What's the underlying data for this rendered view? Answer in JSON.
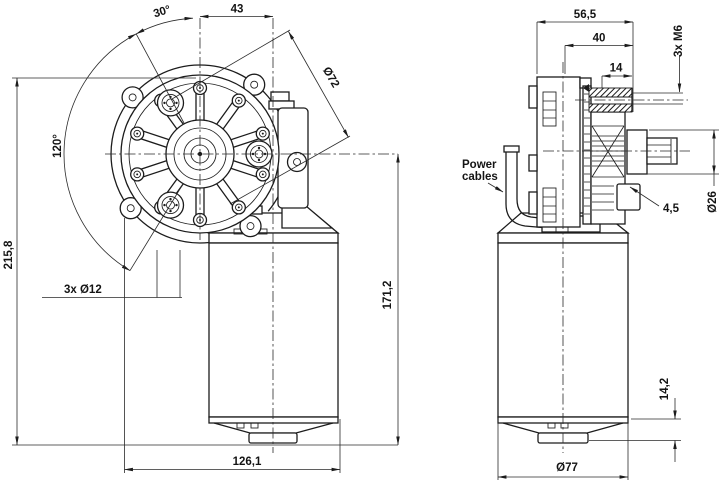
{
  "title": "Gear motor technical drawing, two orthographic views",
  "colors": {
    "background": "#ffffff",
    "line": "#1c1c1c",
    "text": "#141414"
  },
  "front_view": {
    "name": "front-view",
    "dims": {
      "bolt_angle_offset": "30°",
      "axis_offset": "43",
      "bolt_circle_diameter": "Ø72",
      "bolt_spacing_angle": "120°",
      "overall_height": "215,8",
      "mounting_holes": "3x Ø12",
      "height_below_axis": "171,2",
      "overall_width": "126,1"
    }
  },
  "side_view": {
    "name": "side-view",
    "dims": {
      "overall_depth": "56,5",
      "gearbox_depth": "40",
      "mounting_thread": "3x M6",
      "thread_depth": "14",
      "bracket_step": "4,5",
      "hub_diameter": "Ø26",
      "boss_height": "14,2",
      "motor_diameter": "Ø77"
    },
    "labels": {
      "power_cables_line1": "Power",
      "power_cables_line2": "cables"
    }
  }
}
